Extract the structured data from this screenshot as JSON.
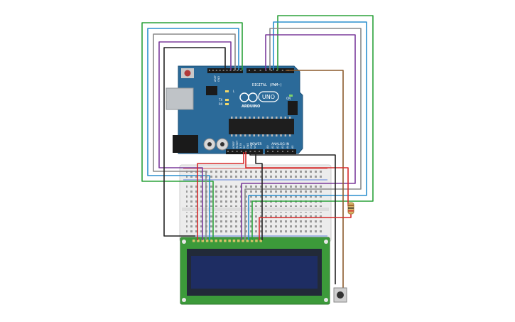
{
  "board": {
    "brand": "ARDUINO",
    "model": "UNO",
    "digital_label": "DIGITAL (PWM~)",
    "power_label": "POWER",
    "analog_label": "ANALOG IN",
    "aref_label": "AREF",
    "gnd_label": "GND",
    "tx_label": "TX",
    "rx_label": "RX",
    "l_label": "L",
    "on_label": "ON",
    "ioref_label": "IOREF",
    "reset_label": "RESET",
    "v33_label": "3.3V",
    "v5_label": "5V",
    "vin_label": "Vin",
    "a0": "A0",
    "a1": "A1",
    "a2": "A2",
    "a3": "A3",
    "a4": "A4",
    "a5": "A5"
  },
  "colors": {
    "board": "#2b6a99",
    "board_dark": "#1e5178",
    "breadboard": "#e9e9e9",
    "lcd_pcb": "#3c9a3a",
    "lcd_screen": "#1e2a5a",
    "wire_red": "#d62a2a",
    "wire_black": "#222222",
    "wire_green": "#2ba23a",
    "wire_blue": "#2b8fce",
    "wire_purple": "#7b3b9c",
    "wire_gray": "#8a8a8a",
    "wire_brown": "#8b5a2b",
    "resistor": "#d8b56a"
  }
}
